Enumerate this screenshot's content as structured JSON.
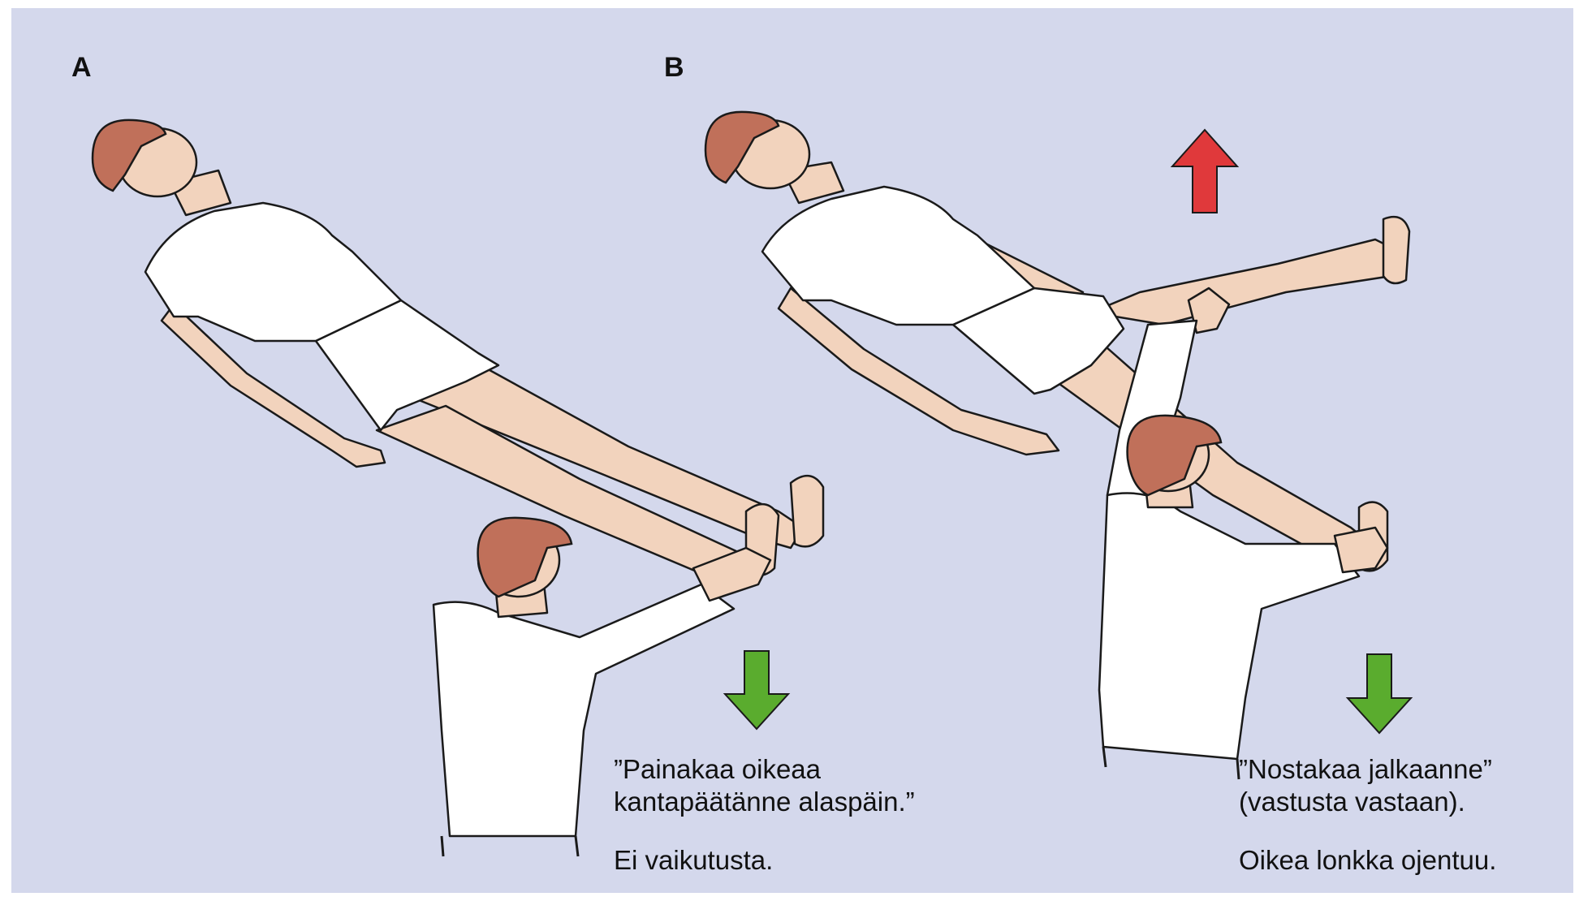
{
  "panels": [
    {
      "id": "A",
      "letter": "A",
      "quote_line1": "”Painakaa oikeaa",
      "quote_line2": "kantapäätänne alaspäin.”",
      "result": "Ei vaikutusta."
    },
    {
      "id": "B",
      "letter": "B",
      "quote_line1": "”Nostakaa jalkaanne”",
      "quote_line2": "(vastusta vastaan).",
      "result": "Oikea lonkka ojentuu."
    }
  ],
  "arrows": {
    "down_color": "#5aac2e",
    "up_color": "#e0393b"
  },
  "colors": {
    "background": "#d4d8ec",
    "skin": "#f2d3bd",
    "hair": "#c0705a",
    "clothing": "#ffffff",
    "outline": "#1a1a1a"
  }
}
